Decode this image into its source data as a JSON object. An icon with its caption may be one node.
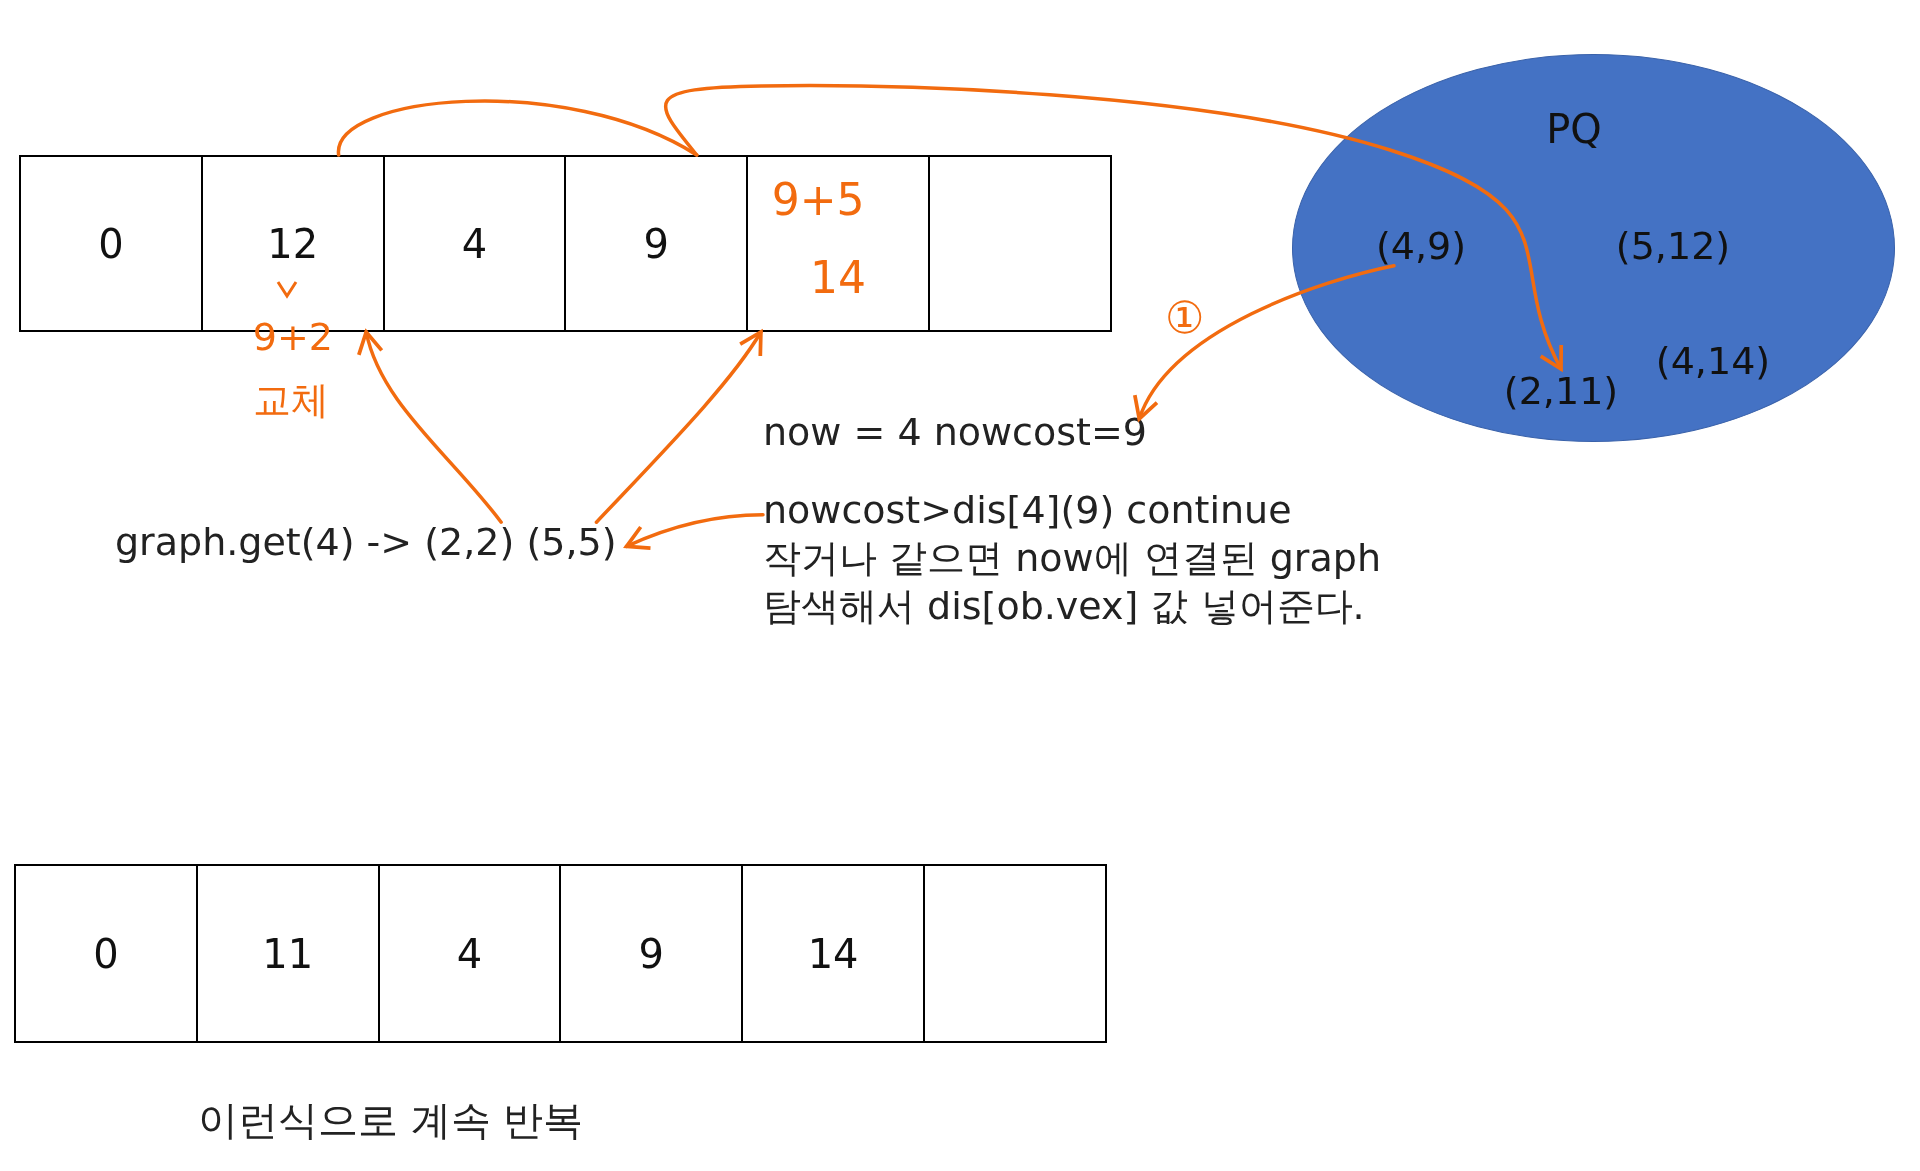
{
  "diagram": {
    "nodes": [
      {
        "text": [
          "0"
        ]
      },
      {
        "text": [
          "12"
        ],
        "beside": [
          "9+2",
          "교체"
        ]
      },
      {
        "text": [
          "4"
        ]
      },
      {
        "text": [
          "9"
        ]
      },
      {
        "text": [
          "9+5",
          "14"
        ]
      },
      {
        "text": [],
        "shape": "box"
      },
      {
        "text": [
          "PQ"
        ]
      },
      {
        "text": [
          "(4,9)"
        ],
        "in": 6
      },
      {
        "text": [
          "(5,12)"
        ],
        "in": 6
      },
      {
        "text": [
          "(2,11)"
        ],
        "in": 6
      },
      {
        "text": [
          "(4,14)"
        ],
        "in": 6
      },
      {
        "text": [
          "now = 4 nowcost=9"
        ]
      },
      {
        "text": [
          "nowcost>dis[4](9) continue 작거나 같으면 now에 연결된 graph 탐색해서 dis[ob.vex] 값 넣어준다."
        ]
      },
      {
        "text": [
          "graph.get(4) -> (2,2) (5,5)"
        ]
      },
      {
        "text": [
          "0"
        ]
      },
      {
        "text": [
          "11"
        ]
      },
      {
        "text": [
          "4"
        ]
      },
      {
        "text": [
          "9"
        ]
      },
      {
        "text": [
          "14"
        ]
      },
      {
        "text": [],
        "shape": "box"
      }
    ],
    "edges": [
      {
        "from": 1,
        "to": 3,
        "arrow": "none",
        "color": "#f26b0f"
      },
      {
        "from": 3,
        "to": 9,
        "arrow": "to",
        "color": "#f26b0f"
      },
      {
        "from": 7,
        "to": 11,
        "arrow": "to",
        "color": "#f26b0f"
      },
      {
        "from": 13,
        "to": 1,
        "arrow": "to",
        "color": "#f26b0f"
      },
      {
        "from": 13,
        "to": 4,
        "arrow": "to",
        "color": "#f26b0f"
      },
      {
        "from": 12,
        "to": 13,
        "arrow": "to",
        "color": "#f26b0f"
      }
    ],
    "labels": [
      "①",
      "이런식으로 계속 반복"
    ]
  }
}
